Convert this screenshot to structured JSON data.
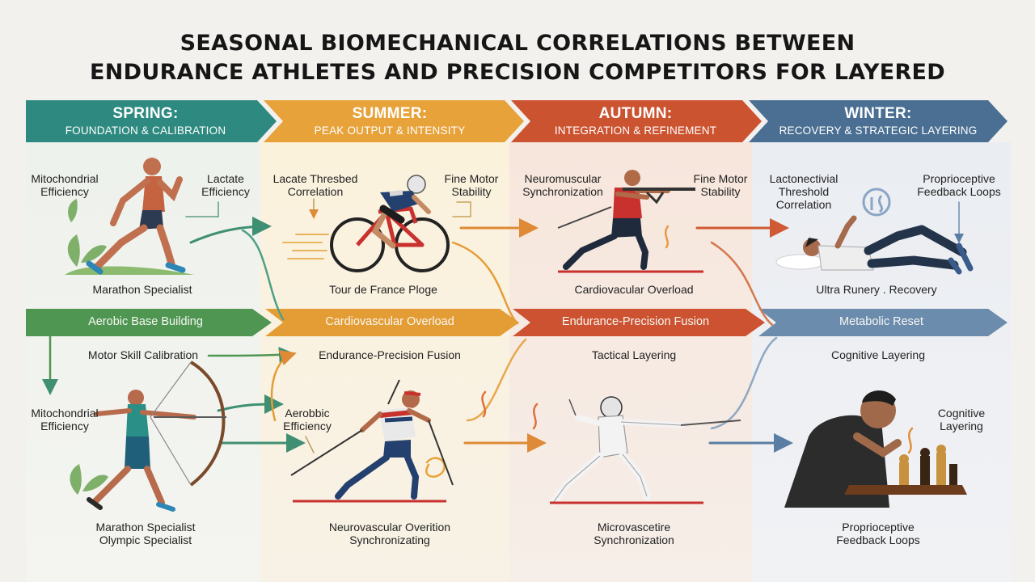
{
  "title": {
    "line1": "SEASONAL BIOMECHANICAL CORRELATIONS BETWEEN",
    "line2": "ENDURANCE ATHLETES AND PRECISION COMPETITORS FOR LAYERED"
  },
  "seasons": [
    {
      "name": "SPRING:",
      "subtitle": "FOUNDATION & CALIBRATION",
      "color": "#2e8a80"
    },
    {
      "name": "SUMMER:",
      "subtitle": "PEAK OUTPUT & INTENSITY",
      "color": "#e7a23a"
    },
    {
      "name": "AUTUMN:",
      "subtitle": "INTEGRATION & REFINEMENT",
      "color": "#cc5330"
    },
    {
      "name": "WINTER:",
      "subtitle": "RECOVERY & STRATEGIC LAYERING",
      "color": "#4a6f92"
    }
  ],
  "bands": {
    "spring": "Aerobic Base Building",
    "summer": "Cardiovascular Overload",
    "autumn": "Endurance-Precision Fusion",
    "winter": "Metabolic Reset"
  },
  "spring": {
    "label_left": [
      "Mitochondrial",
      "Efficiency"
    ],
    "label_right": [
      "Lactate",
      "Efficiency"
    ],
    "athlete1": "Marathon Specialist",
    "mid": "Motor Skill Calibration",
    "label_lower": [
      "Mitochondrial",
      "Efficiency"
    ],
    "athlete2": [
      "Marathon Specialist",
      "Olympic Specialist"
    ]
  },
  "summer": {
    "label_left": [
      "Lacate Thresbed",
      "Correlation"
    ],
    "label_right": [
      "Fine Motor",
      "Stability"
    ],
    "athlete1": "Tour de France Ploge",
    "mid": "Endurance-Precision Fusion",
    "label_lower": [
      "Aerobbic",
      "Efficiency"
    ],
    "athlete2": [
      "Neurovascular Overition",
      "Synchronizating"
    ]
  },
  "autumn": {
    "label_left": [
      "Neuromuscular",
      "Synchronization"
    ],
    "label_right": [
      "Fine Motor",
      "Stability"
    ],
    "athlete1": "Cardiovacular Overload",
    "mid": "Tactical Layering",
    "athlete2": [
      "Microvascetire",
      "Synchronization"
    ]
  },
  "winter": {
    "label_left": [
      "Lactonectivial",
      "Threshold",
      "Correlation"
    ],
    "label_right": [
      "Proprioceptive",
      "Feedback Loops"
    ],
    "athlete1": "Ultra Runery . Recovery",
    "mid": "Cognitive Layering",
    "label_lower": [
      "Cognitive",
      "Layering"
    ],
    "athlete2": [
      "Proprioceptive",
      "Feedback Loops"
    ]
  }
}
